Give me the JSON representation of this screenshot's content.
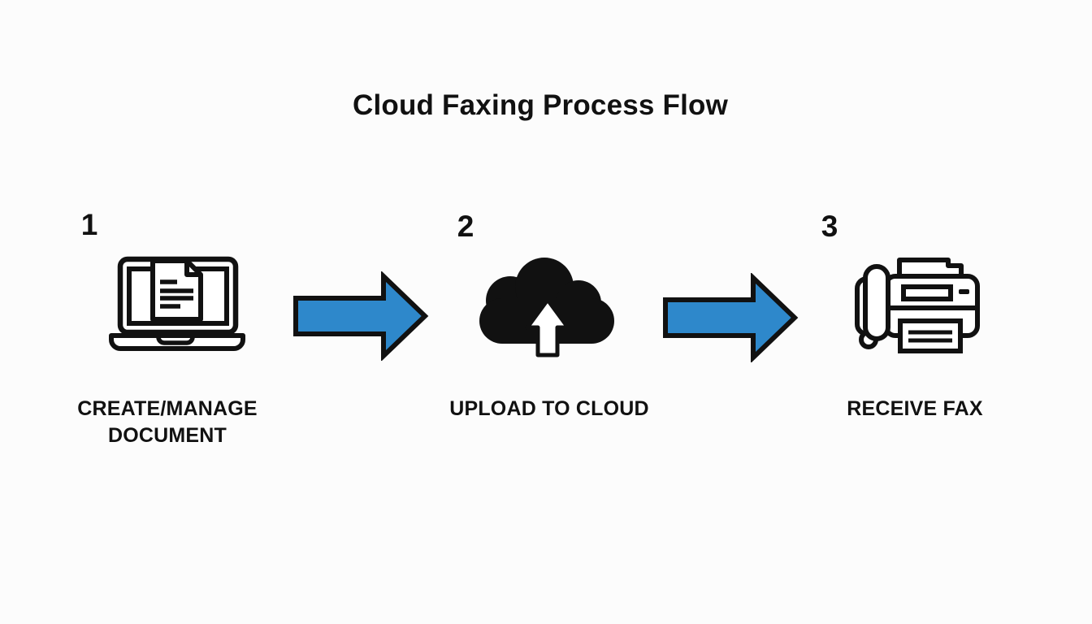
{
  "title": "Cloud Faxing Process Flow",
  "colors": {
    "arrow_fill": "#2E88CB",
    "outline": "#111111",
    "background": "#fcfcfc"
  },
  "steps": [
    {
      "number": "1",
      "label": "CREATE/MANAGE DOCUMENT",
      "icon": "laptop-document-icon"
    },
    {
      "number": "2",
      "label": "UPLOAD TO CLOUD",
      "icon": "cloud-upload-icon"
    },
    {
      "number": "3",
      "label": "RECEIVE FAX",
      "icon": "fax-machine-icon"
    }
  ],
  "arrows": [
    {
      "name": "flow-arrow-1",
      "direction": "right"
    },
    {
      "name": "flow-arrow-2",
      "direction": "right"
    }
  ]
}
